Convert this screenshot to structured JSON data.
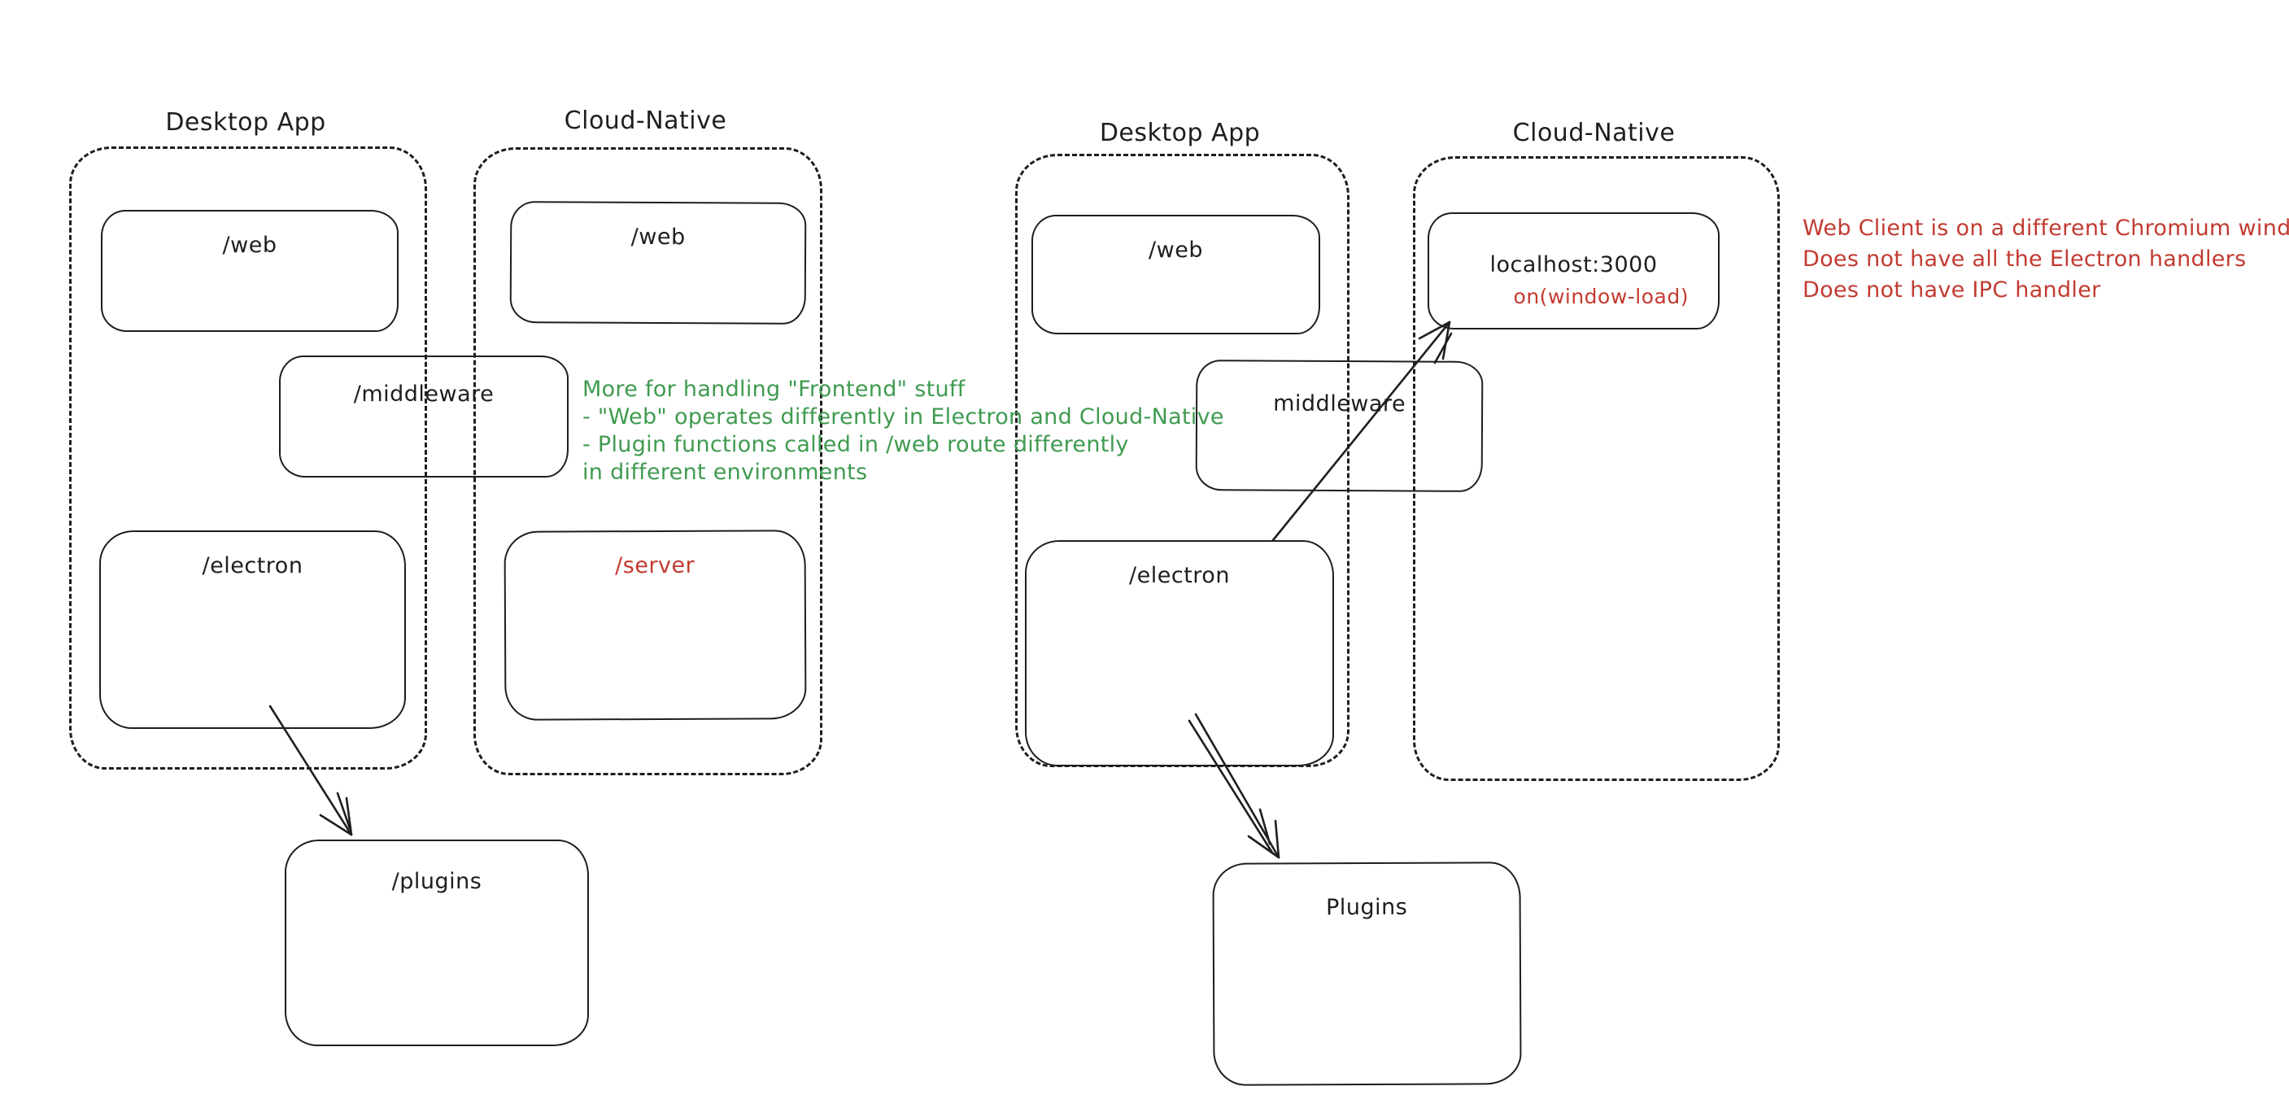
{
  "palette": {
    "ink": "#1e1e1e",
    "red": "#c23b31",
    "green": "#3f9b50",
    "background": "#ffffff"
  },
  "left_diagram": {
    "desktop_title": "Desktop App",
    "cloud_title": "Cloud-Native",
    "web_desktop": "/web",
    "web_cloud": "/web",
    "middleware": "/middleware",
    "electron": "/electron",
    "server": "/server",
    "plugins": "/plugins"
  },
  "right_diagram": {
    "desktop_title": "Desktop App",
    "cloud_title": "Cloud-Native",
    "web_desktop": "/web",
    "middleware": "middleware",
    "localhost": "localhost:3000",
    "window_load": "on(window-load)",
    "electron": "/electron",
    "plugins": "Plugins"
  },
  "annotations": {
    "green_note": {
      "color": "#3f9b50",
      "lines": [
        "More for handling \"Frontend\" stuff",
        "- \"Web\" operates differently in Electron and Cloud-Native",
        "- Plugin functions called in /web route differently",
        "in different environments"
      ]
    },
    "red_note": {
      "color": "#c23b31",
      "lines": [
        "Web Client is on a different Chromium window",
        "Does not have all the Electron handlers",
        "Does not have IPC handler"
      ]
    }
  }
}
